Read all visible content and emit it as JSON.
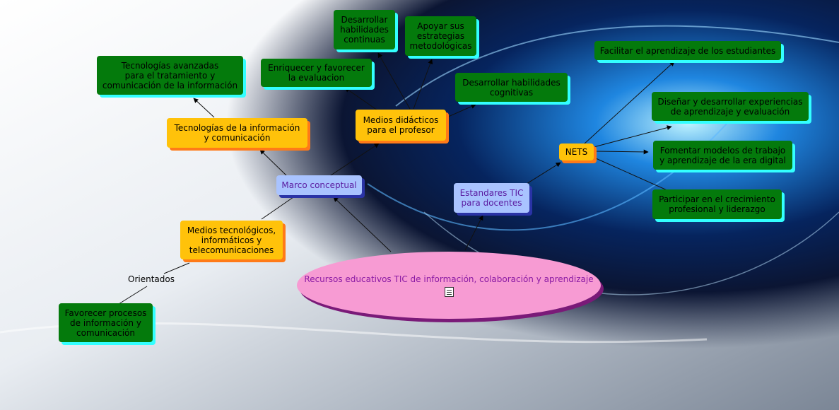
{
  "root": {
    "label": "Recursos educativos TIC de información, colaboración y aprendizaje",
    "icon": "note-icon"
  },
  "nodes": {
    "marco": "Marco conceptual",
    "tic": "Tecnologías de la información\ny comunicación",
    "tic_avanzadas": "Tecnologías avanzadas\npara el tratamiento y\ncomunicación de la información",
    "medios_didacticos": "Medios didácticos\npara el profesor",
    "enriquecer": "Enriquecer y favorecer\nla evaluacion",
    "desarrollar_continuas": "Desarrollar\nhabilidades\ncontinuas",
    "apoyar": "Apoyar sus\nestrategias\nmetodológicas",
    "desarrollar_cognitivas": "Desarrollar habilidades\ncognitivas",
    "medios_tecnologicos": "Medios tecnológicos,\ninformáticos y\ntelecomunicaciones",
    "orientados": "Orientados",
    "favorecer": "Favorecer procesos\nde información y\ncomunicación",
    "estandares": "Estandares TIC\npara docentes",
    "nets": "NETS",
    "facilitar": "Facilitar el aprendizaje de los estudiantes",
    "disenar": "Diseñar y desarrollar experiencias\nde aprendizaje y evaluación",
    "fomentar": "Fomentar modelos de trabajo\ny aprendizaje de la era digital",
    "participar": "Participar en el crecimiento\nprofesional y liderazgo"
  }
}
